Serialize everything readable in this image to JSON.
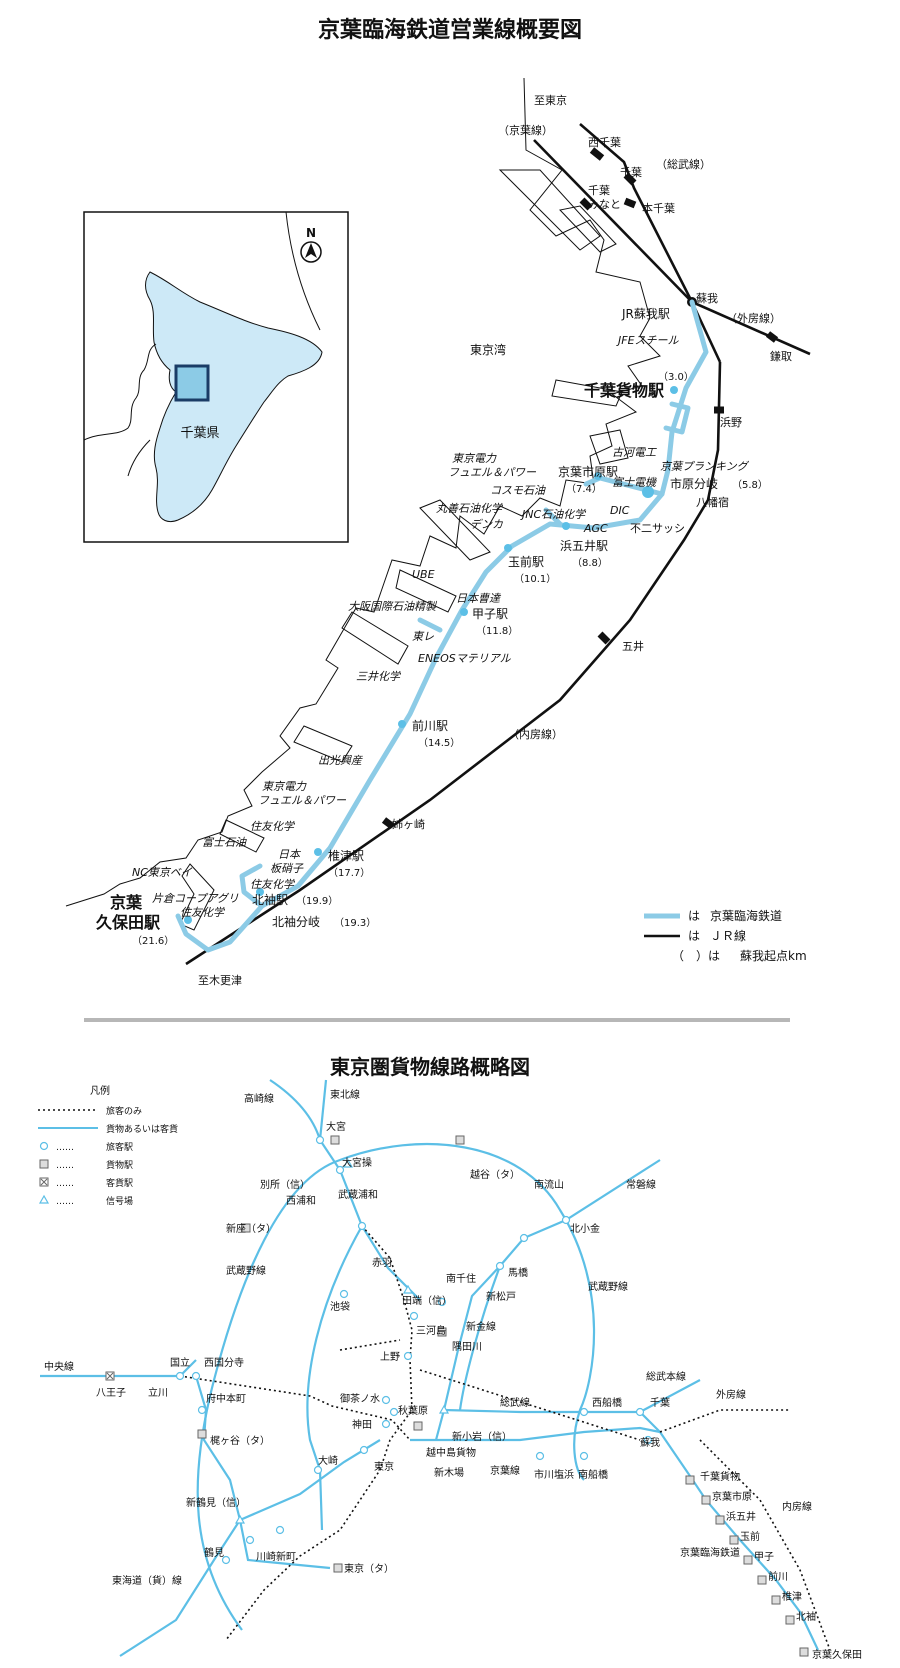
{
  "title1": "京葉臨海鉄道営業線概要図",
  "title2": "東京圏貨物線路概略図",
  "inset": {
    "north": "N",
    "pref": "千葉県"
  },
  "map1": {
    "to_tokyo": "至東京",
    "keiyo_line": "（京葉線）",
    "nishi_chiba": "西千葉",
    "chiba": "千葉",
    "sobu_line": "（総武線）",
    "chiba_minato_1": "千葉",
    "chiba_minato_2": "みなと",
    "hon_chiba": "本千葉",
    "soga": "蘇我",
    "jr_soga": "JR蘇我駅",
    "sotobo": "（外房線）",
    "kamatori": "鎌取",
    "jfe": "JFEスチール",
    "tokyo_bay": "東京湾",
    "chiba_kamotsu": "千葉貨物駅",
    "km_30": "（3.0）",
    "hamano": "浜野",
    "furukawa": "古河電工",
    "tokyo_ep_1": "東京電力",
    "tokyo_ep_2": "フュエル＆パワー",
    "keiyo_ichihara": "京葉市原駅",
    "km_74": "（7.4）",
    "fuji_denki": "富士電機",
    "keiyo_planking": "京葉プランキング",
    "ichihara_bunki": "市原分岐",
    "km_58": "（5.8）",
    "yawatajuku": "八幡宿",
    "cosmo": "コスモ石油",
    "maruzen": "丸善石油化学",
    "jnc": "JNC石油化学",
    "dic": "DIC",
    "denka": "デンカ",
    "agc": "AGC",
    "fuji_sash": "不二サッシ",
    "hamagoi": "浜五井駅",
    "km_88": "（8.8）",
    "tamasaki": "玉前駅",
    "km_101": "（10.1）",
    "ube": "UBE",
    "nihon_soda": "日本曹達",
    "kasshi": "甲子駅",
    "km_118": "（11.8）",
    "osaka_oil": "大阪国際石油精製",
    "toray": "東レ",
    "eneos": "ENEOSマテリアル",
    "goi": "五井",
    "mitsui": "三井化学",
    "maekawa": "前川駅",
    "km_145": "（14.5）",
    "uchibo": "（内房線）",
    "idemitsu": "出光興産",
    "tokyo_ep2_1": "東京電力",
    "tokyo_ep2_2": "フュエル＆パワー",
    "anegasaki": "姉ヶ崎",
    "sumitomo1": "住友化学",
    "fuji_oil": "富士石油",
    "nihon_ita_1": "日本",
    "nihon_ita_2": "板硝子",
    "shiizu": "椎津駅",
    "km_177": "（17.7）",
    "nc_tokyo_bay": "NC東京ベイ",
    "sumitomo2": "住友化学",
    "katakura": "片倉コープアグリ",
    "kitasode": "北袖駅",
    "km_199": "（19.9）",
    "sumitomo3": "住友化学",
    "kubota_1": "京葉",
    "kubota_2": "久保田駅",
    "km_216": "（21.6）",
    "kitasode_bunki": "北袖分岐",
    "km_193": "（19.3）",
    "kisarazu": "至木更津"
  },
  "legend1": {
    "is": "は",
    "keiyo_rinkai": "京葉臨海鉄道",
    "jr_line": "ＪＲ線",
    "paren": "（　）は",
    "soga_km": "蘇我起点km"
  },
  "legend2": {
    "title": "凡例",
    "passenger_only": "旅客のみ",
    "freight": "貨物あるいは客貨",
    "p_station": "旅客駅",
    "f_station": "貨物駅",
    "pf_station": "客貨駅",
    "signal": "信号場",
    "dots": "……"
  },
  "map2": {
    "takasaki": "高崎線",
    "tohoku": "東北線",
    "omiya": "大宮",
    "omiya_sosha": "大宮操",
    "betsusho": "別所（信）",
    "nishi_urawa": "西浦和",
    "musashi_urawa": "武蔵浦和",
    "koshigaya": "越谷（タ）",
    "minami_nagareyama": "南流山",
    "joban": "常磐線",
    "kita_kogane": "北小金",
    "niiza": "新座（タ）",
    "akabane": "赤羽",
    "musashino_line": "武蔵野線",
    "mabashi": "馬橋",
    "shin_matsudo": "新松戸",
    "tabata": "田端（信）",
    "minami_senju": "南千住",
    "ikebukuro": "池袋",
    "mikawashima": "三河島",
    "shin_kanamachi_line": "新金線",
    "musashino_line2": "武蔵野線",
    "sobu_honsen": "総武本線",
    "chuo": "中央線",
    "hachioji": "八王子",
    "tachikawa": "立川",
    "kunitachi": "国立",
    "nishi_kokubunji": "西国分寺",
    "ueno": "上野",
    "sumidagawa": "隅田川",
    "fuchu_honmachi": "府中本町",
    "ochanomizu": "御茶ノ水",
    "akihabara": "秋葉原",
    "kajigaya": "梶ヶ谷（タ）",
    "kanda": "神田",
    "sobu_line": "総武線",
    "nishi_funabashi": "西船橋",
    "chiba": "千葉",
    "sotobo": "外房線",
    "shin_koiwa": "新小岩（信）",
    "osaki": "大崎",
    "tokyo": "東京",
    "koshinaka": "越中島貨物",
    "soga": "蘇我",
    "keiyo_line": "京葉線",
    "shin_kiba": "新木場",
    "ichikawa_shiohama": "市川塩浜",
    "minami_funabashi": "南船橋",
    "chiba_kamotsu": "千葉貨物",
    "keiyo_ichihara": "京葉市原",
    "uchibo": "内房線",
    "shin_tsurumi": "新鶴見（信）",
    "hamagoi": "浜五井",
    "tamasaki": "玉前",
    "kasshi": "甲子",
    "maekawa": "前川",
    "tsurumi": "鶴見",
    "kawasaki_shinmachi": "川崎新町",
    "tokyo_ta": "東京（タ）",
    "shiizu": "椎津",
    "kitasode": "北袖",
    "tokaido": "東海道（貨）線",
    "keiyo_rinkai": "京葉臨海鉄道",
    "kubota": "京葉久保田"
  },
  "colors": {
    "keiyo_rinkai": "#8ccbe6",
    "freight": "#5cbfe6",
    "jr": "#111111",
    "pref_fill": "#cde9f7"
  }
}
